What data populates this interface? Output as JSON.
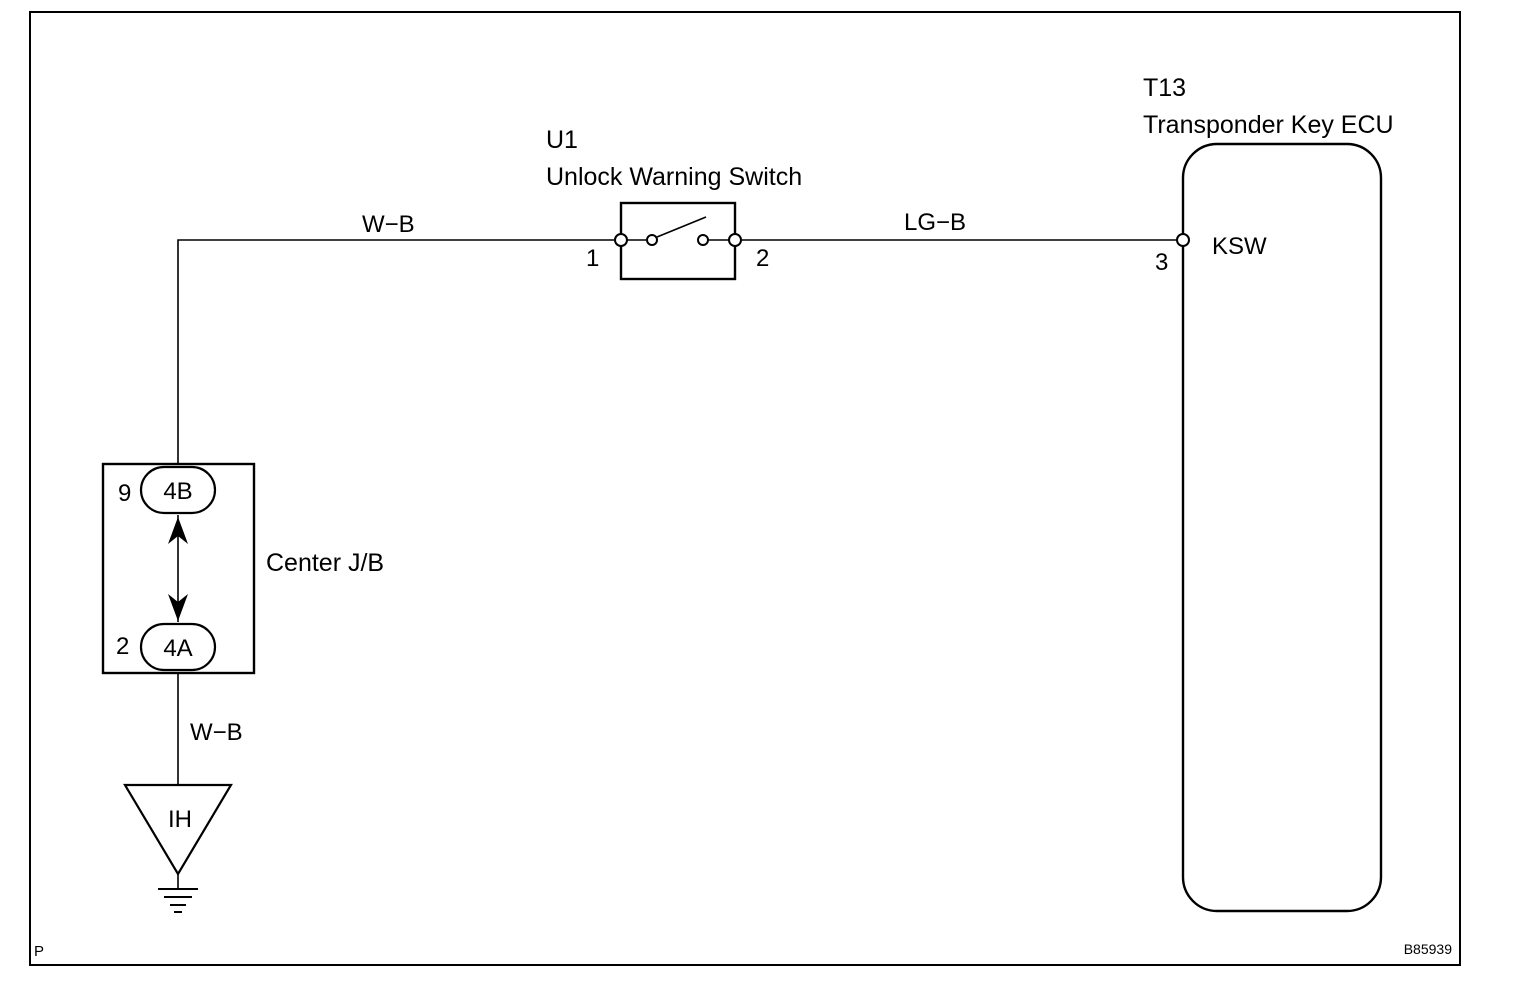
{
  "frame": {
    "corner_left": "P",
    "corner_right": "B85939"
  },
  "switch": {
    "code": "U1",
    "name": "Unlock Warning Switch",
    "pin_left": "1",
    "pin_right": "2"
  },
  "ecu": {
    "code": "T13",
    "name": "Transponder Key ECU",
    "pin": "3",
    "pin_name": "KSW"
  },
  "wires": {
    "top_left": "W−B",
    "top_right": "LG−B",
    "bottom": "W−B"
  },
  "junction": {
    "name": "Center J/B",
    "top_pin": "9",
    "top_connector": "4B",
    "bottom_pin": "2",
    "bottom_connector": "4A"
  },
  "ground": {
    "label": "IH"
  }
}
